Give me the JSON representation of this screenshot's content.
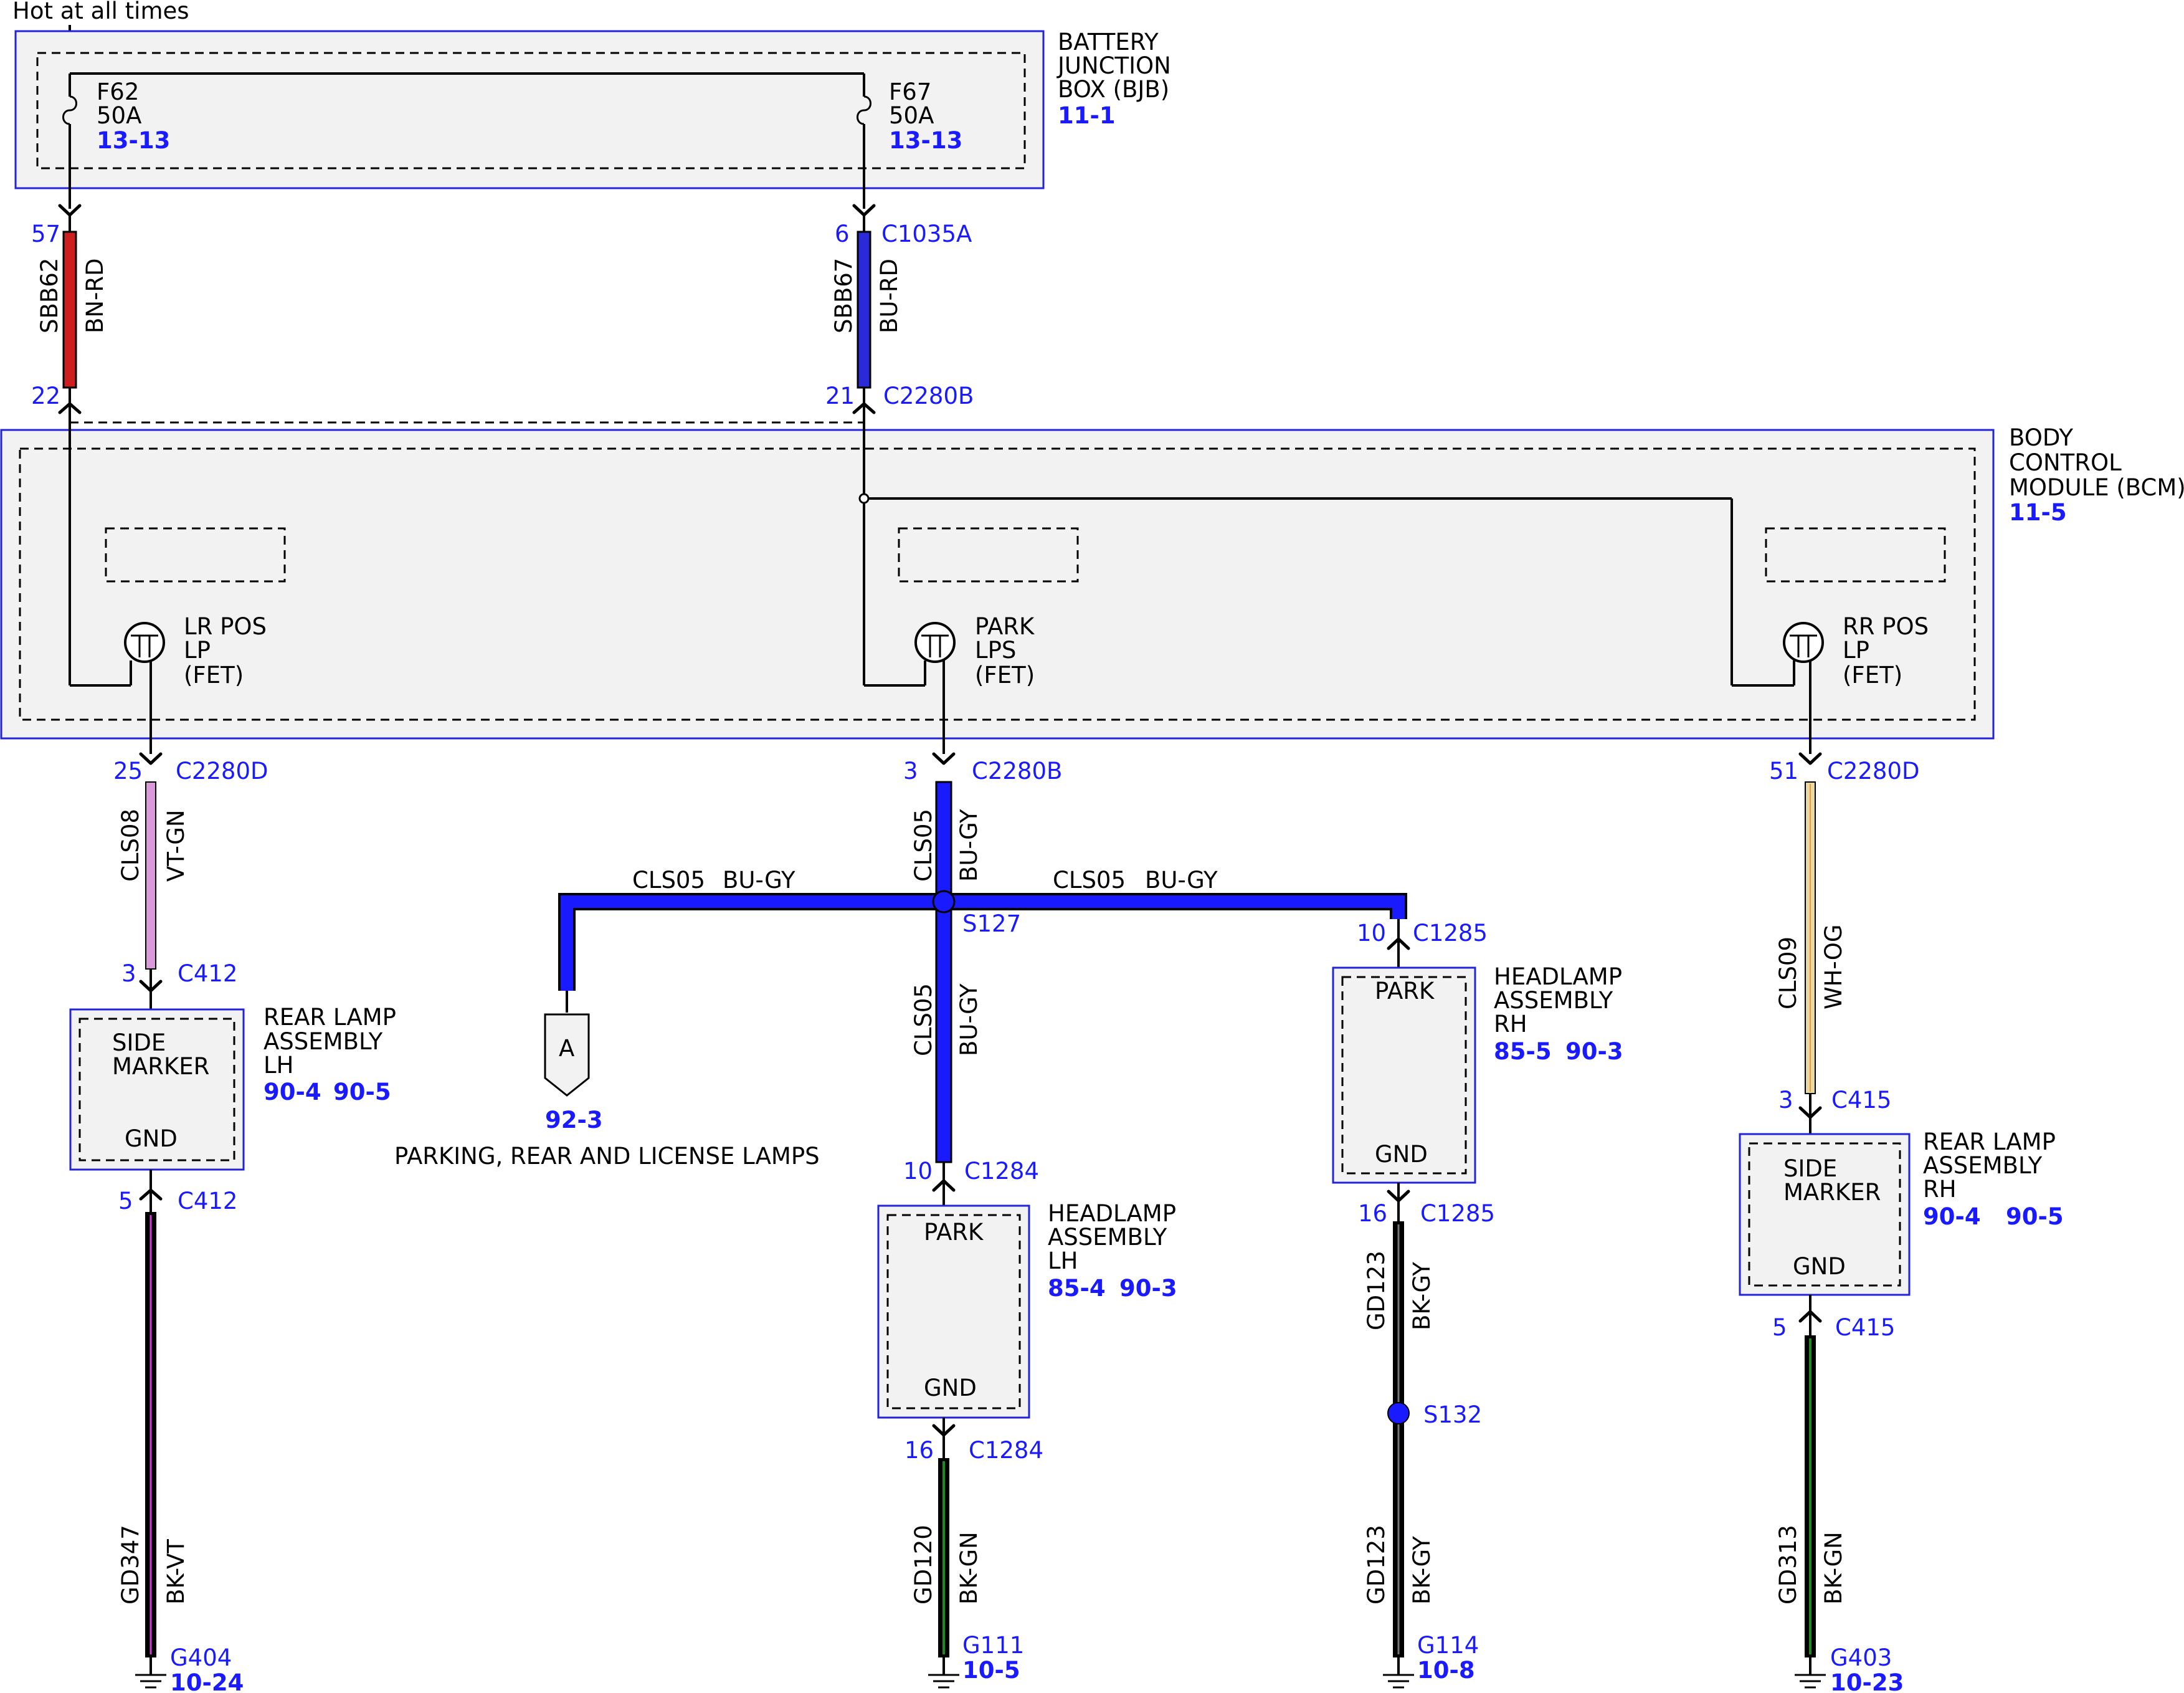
{
  "supply": "Hot at all times",
  "bjb": {
    "name": [
      "BATTERY",
      "JUNCTION",
      "BOX (BJB)"
    ],
    "ref": "11-1"
  },
  "fuses": [
    {
      "id": "F62",
      "rating": "50A",
      "ref": "13-13"
    },
    {
      "id": "F67",
      "rating": "50A",
      "ref": "13-13"
    }
  ],
  "bcm": {
    "name": [
      "BODY",
      "CONTROL",
      "MODULE (BCM)"
    ],
    "ref": "11-5"
  },
  "fets": [
    {
      "label": [
        "LR POS",
        "LP",
        "(FET)"
      ]
    },
    {
      "label": [
        "PARK",
        "LPS",
        "(FET)"
      ]
    },
    {
      "label": [
        "RR POS",
        "LP",
        "(FET)"
      ]
    }
  ],
  "wires": [
    {
      "circuit": "SBB62",
      "color_code": "BN-RD",
      "color": "#cc1f1f"
    },
    {
      "circuit": "SBB67",
      "color_code": "BU-RD",
      "color": "#2a2ad8"
    },
    {
      "circuit": "CLS08",
      "color_code": "VT-GN",
      "color": "#d89ad8"
    },
    {
      "circuit": "CLS05",
      "color_code": "BU-GY",
      "color": "#1a1aff"
    },
    {
      "circuit": "CLS05",
      "color_code": "BU-GY",
      "color": "#1a1aff"
    },
    {
      "circuit": "CLS05",
      "color_code": "BU-GY",
      "color": "#1a1aff"
    },
    {
      "circuit": "CLS05",
      "color_code": "BU-GY",
      "color": "#1a1aff"
    },
    {
      "circuit": "CLS09",
      "color_code": "WH-OG",
      "color": "#e8d9a0"
    },
    {
      "circuit": "GD347",
      "color_code": "BK-VT",
      "color": "#000000"
    },
    {
      "circuit": "GD120",
      "color_code": "BK-GN",
      "color": "#000000"
    },
    {
      "circuit": "GD123",
      "color_code": "BK-GY",
      "color": "#000000"
    },
    {
      "circuit": "GD123",
      "color_code": "BK-GY",
      "color": "#000000"
    },
    {
      "circuit": "GD313",
      "color_code": "BK-GN",
      "color": "#000000"
    }
  ],
  "connectors": [
    {
      "pin": "57",
      "name": ""
    },
    {
      "pin": "6",
      "name": "C1035A"
    },
    {
      "pin": "22",
      "name": ""
    },
    {
      "pin": "21",
      "name": "C2280B"
    },
    {
      "pin": "25",
      "name": "C2280D"
    },
    {
      "pin": "3",
      "name": "C2280B"
    },
    {
      "pin": "51",
      "name": "C2280D"
    },
    {
      "pin": "3",
      "name": "C412"
    },
    {
      "pin": "5",
      "name": "C412"
    },
    {
      "pin": "10",
      "name": "C1285"
    },
    {
      "pin": "16",
      "name": "C1285"
    },
    {
      "pin": "10",
      "name": "C1284"
    },
    {
      "pin": "16",
      "name": "C1284"
    },
    {
      "pin": "3",
      "name": "C415"
    },
    {
      "pin": "5",
      "name": "C415"
    }
  ],
  "splices": [
    {
      "id": "S127"
    },
    {
      "id": "S132"
    }
  ],
  "offpage": {
    "letter": "A",
    "ref": "92-3",
    "desc": "PARKING, REAR AND LICENSE LAMPS"
  },
  "components": [
    {
      "inner": [
        "SIDE",
        "MARKER"
      ],
      "gnd": "GND",
      "name": [
        "REAR LAMP",
        "ASSEMBLY",
        "LH"
      ],
      "refs": [
        "90-4",
        "90-5"
      ]
    },
    {
      "inner": [
        "PARK"
      ],
      "gnd": "GND",
      "name": [
        "HEADLAMP",
        "ASSEMBLY",
        "LH"
      ],
      "refs": [
        "85-4",
        "90-3"
      ]
    },
    {
      "inner": [
        "PARK"
      ],
      "gnd": "GND",
      "name": [
        "HEADLAMP",
        "ASSEMBLY",
        "RH"
      ],
      "refs": [
        "85-5",
        "90-3"
      ]
    },
    {
      "inner": [
        "SIDE",
        "MARKER"
      ],
      "gnd": "GND",
      "name": [
        "REAR LAMP",
        "ASSEMBLY",
        "RH"
      ],
      "refs": [
        "90-4",
        "90-5"
      ]
    }
  ],
  "grounds": [
    {
      "id": "G404",
      "ref": "10-24"
    },
    {
      "id": "G111",
      "ref": "10-5"
    },
    {
      "id": "G114",
      "ref": "10-8"
    },
    {
      "id": "G403",
      "ref": "10-23"
    }
  ]
}
